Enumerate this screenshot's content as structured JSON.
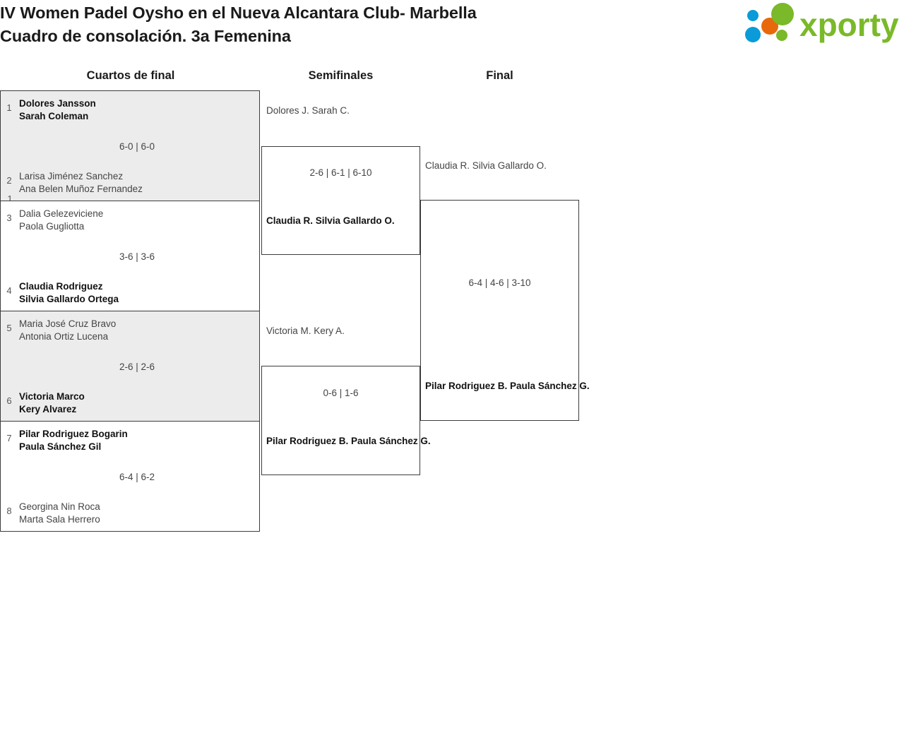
{
  "header": {
    "title_line1": "IV Women Padel Oysho en el Nueva Alcantara Club- Marbella",
    "title_line2": "Cuadro de consolación. 3a Femenina",
    "logo_text": "xporty",
    "logo_colors": {
      "green": "#7ab929",
      "blue": "#0a9bd8",
      "orange": "#e8690b"
    }
  },
  "rounds": [
    {
      "label": "Cuartos de final"
    },
    {
      "label": "Semifinales"
    },
    {
      "label": "Final"
    }
  ],
  "quarterfinals": [
    {
      "shaded": true,
      "top": {
        "seed": "1",
        "p1": "Dolores Jansson",
        "p2": "Sarah Coleman",
        "winner": true
      },
      "bottom": {
        "seed": "2",
        "p1": "Larisa Jiménez Sanchez",
        "p2": "Ana Belen Muñoz Fernandez",
        "winner": false
      },
      "score": "6-0 | 6-0"
    },
    {
      "shaded": false,
      "top": {
        "seed": "3",
        "p1": "Dalia Gelezeviciene",
        "p2": "Paola Gugliotta",
        "winner": false
      },
      "bottom": {
        "seed": "4",
        "p1": "Claudia Rodriguez",
        "p2": "Silvia Gallardo Ortega",
        "winner": true
      },
      "score": "3-6 | 3-6"
    },
    {
      "shaded": true,
      "top": {
        "seed": "5",
        "p1": "Maria José Cruz Bravo",
        "p2": "Antonia Ortiz Lucena",
        "winner": false
      },
      "bottom": {
        "seed": "6",
        "p1": "Victoria Marco",
        "p2": "Kery Alvarez",
        "winner": true
      },
      "score": "2-6 | 2-6"
    },
    {
      "shaded": false,
      "top": {
        "seed": "7",
        "p1": "Pilar Rodriguez Bogarin",
        "p2": "Paula Sánchez Gil",
        "winner": true
      },
      "bottom": {
        "seed": "8",
        "p1": "Georgina Nin Roca",
        "p2": "Marta Sala Herrero",
        "winner": false
      },
      "score": "6-4 | 6-2"
    }
  ],
  "semifinals": [
    {
      "top": {
        "p1": "Dolores J.",
        "p2": "Sarah C.",
        "winner": false
      },
      "bottom": {
        "p1": "Claudia R.",
        "p2": "Silvia Gallardo O.",
        "winner": true
      },
      "score": "2-6 | 6-1 | 6-10"
    },
    {
      "top": {
        "p1": "Victoria M.",
        "p2": "Kery A.",
        "winner": false
      },
      "bottom": {
        "p1": "Pilar Rodriguez B.",
        "p2": "Paula Sánchez G.",
        "winner": true
      },
      "score": "0-6 | 1-6"
    }
  ],
  "final": {
    "top": {
      "p1": "Claudia R.",
      "p2": "Silvia Gallardo O.",
      "winner": false
    },
    "bottom": {
      "p1": "Pilar Rodriguez B.",
      "p2": "Paula Sánchez G.",
      "winner": true
    },
    "score": "6-4 | 4-6 | 3-10"
  }
}
